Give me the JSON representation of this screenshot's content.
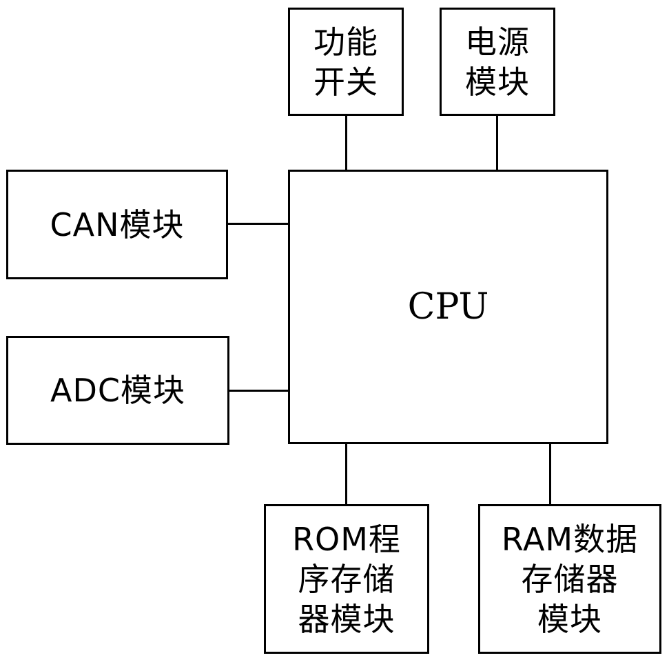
{
  "diagram": {
    "nodes": {
      "func_switch": {
        "label": "功能\n开关"
      },
      "power_module": {
        "label": "电源\n模块"
      },
      "can_module": {
        "label": "CAN模块"
      },
      "adc_module": {
        "label": "ADC模块"
      },
      "cpu": {
        "label": "CPU"
      },
      "rom_module": {
        "label": "ROM程\n序存储\n器模块"
      },
      "ram_module": {
        "label": "RAM数据\n存储器\n模块"
      }
    },
    "edges": [
      {
        "from": "func_switch",
        "to": "cpu"
      },
      {
        "from": "power_module",
        "to": "cpu"
      },
      {
        "from": "can_module",
        "to": "cpu"
      },
      {
        "from": "adc_module",
        "to": "cpu"
      },
      {
        "from": "cpu",
        "to": "rom_module"
      },
      {
        "from": "cpu",
        "to": "ram_module"
      }
    ],
    "colors": {
      "stroke": "#000000",
      "background": "#ffffff"
    }
  }
}
